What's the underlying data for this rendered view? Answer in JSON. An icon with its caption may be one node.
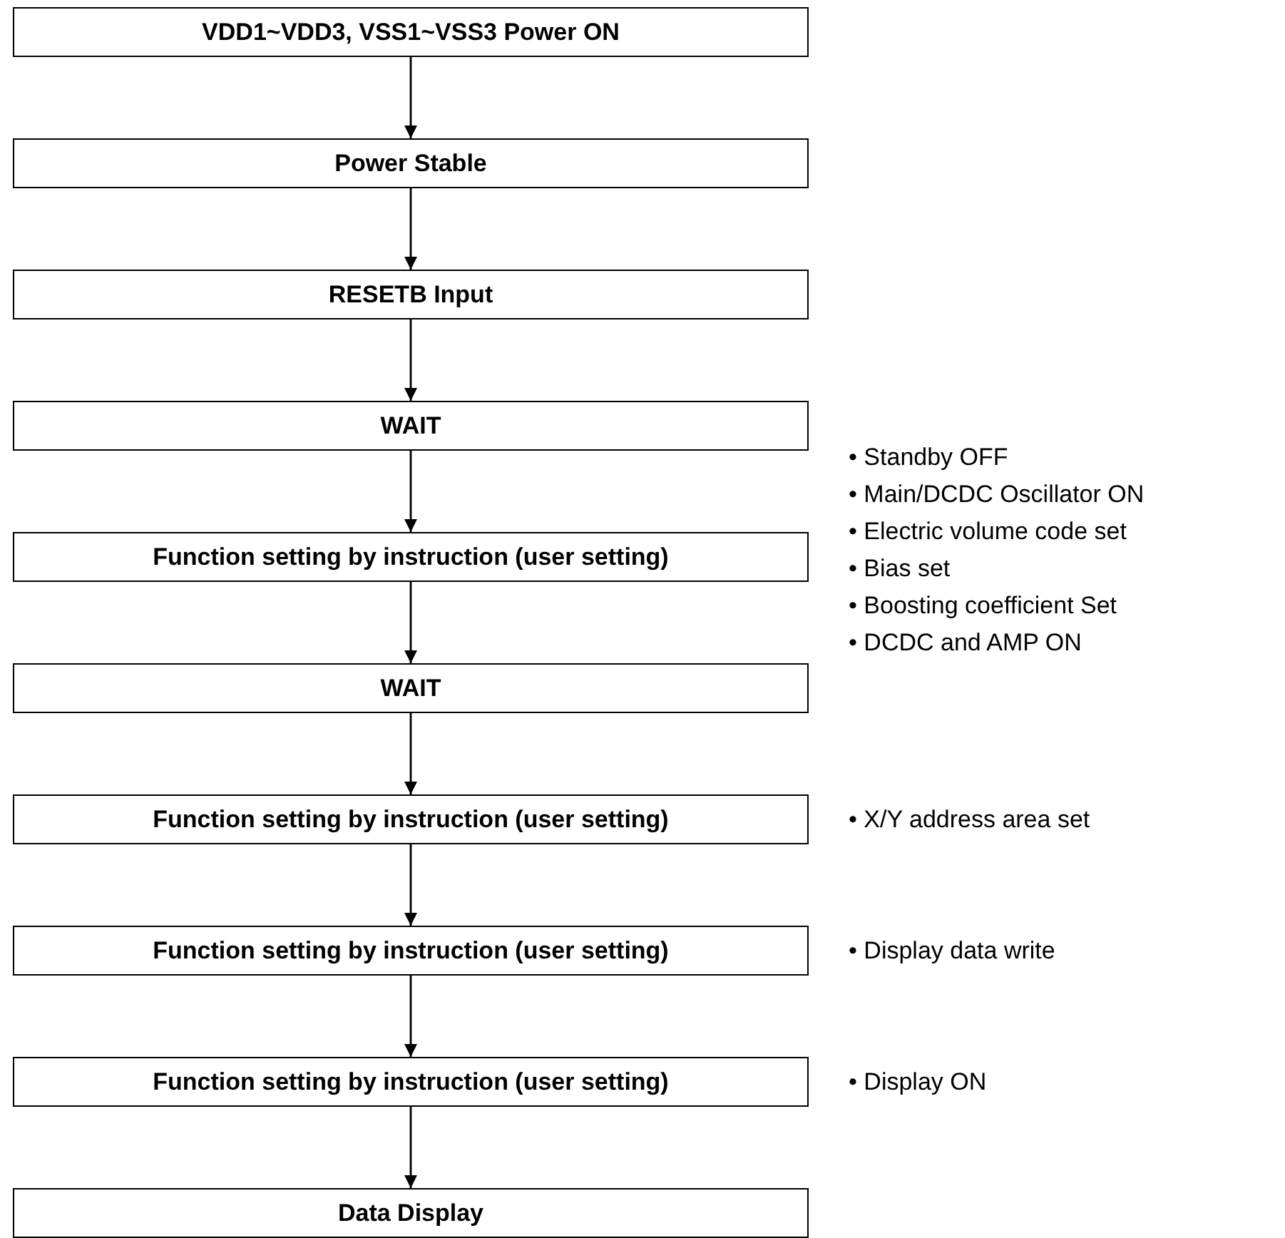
{
  "diagram": {
    "nodes": [
      {
        "text": [
          "VDD1~VDD3, VSS1~VSS3 Power ON"
        ]
      },
      {
        "text": [
          "Power Stable"
        ]
      },
      {
        "text": [
          "RESETB Input"
        ]
      },
      {
        "text": [
          "WAIT"
        ]
      },
      {
        "text": [
          "Function setting by instruction (user setting)"
        ],
        "beside": [
          "• Standby OFF",
          "• Main/DCDC Oscillator ON",
          "• Electric volume code set",
          "• Bias set",
          "• Boosting coefficient Set",
          "• DCDC and AMP ON"
        ]
      },
      {
        "text": [
          "WAIT"
        ]
      },
      {
        "text": [
          "Function setting by instruction (user setting)"
        ],
        "beside": [
          "• X/Y address area set"
        ]
      },
      {
        "text": [
          "Function setting by instruction (user setting)"
        ],
        "beside": [
          "• Display data write"
        ]
      },
      {
        "text": [
          "Function setting by instruction (user setting)"
        ],
        "beside": [
          "• Display ON"
        ]
      },
      {
        "text": [
          "Data Display"
        ]
      }
    ],
    "edges": [
      {
        "from": 0,
        "to": 1,
        "arrow": "to"
      },
      {
        "from": 1,
        "to": 2,
        "arrow": "to"
      },
      {
        "from": 2,
        "to": 3,
        "arrow": "to"
      },
      {
        "from": 3,
        "to": 4,
        "arrow": "to"
      },
      {
        "from": 4,
        "to": 5,
        "arrow": "to"
      },
      {
        "from": 5,
        "to": 6,
        "arrow": "to"
      },
      {
        "from": 6,
        "to": 7,
        "arrow": "to"
      },
      {
        "from": 7,
        "to": 8,
        "arrow": "to"
      },
      {
        "from": 8,
        "to": 9,
        "arrow": "to"
      }
    ]
  }
}
